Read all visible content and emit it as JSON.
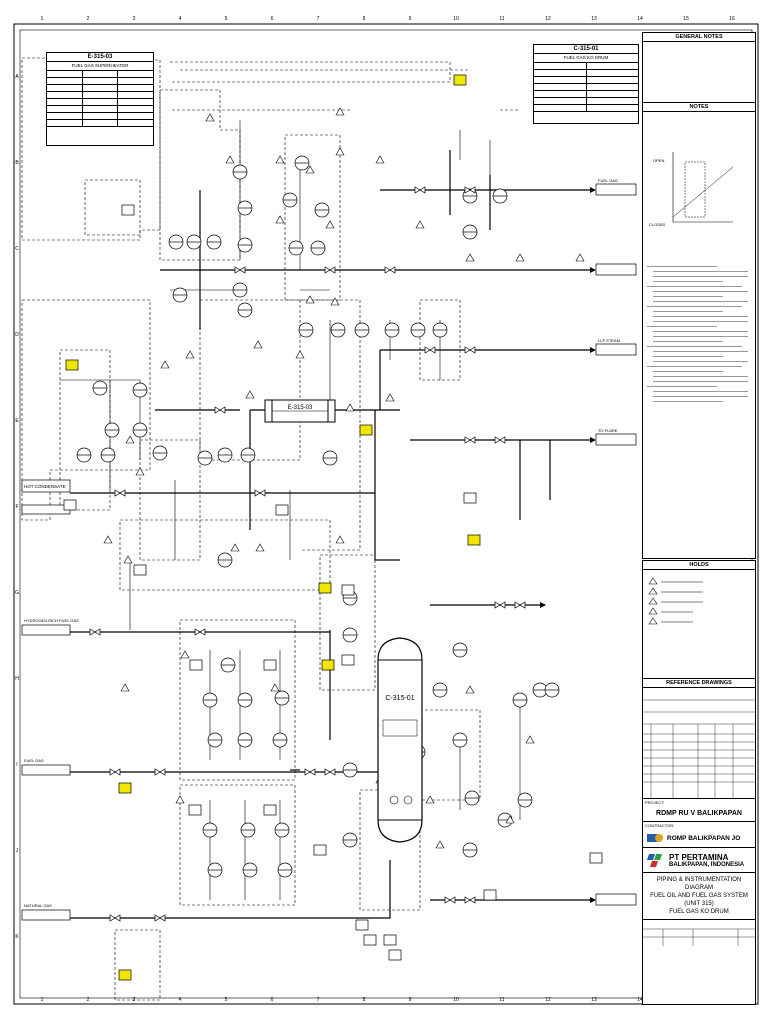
{
  "grid": {
    "columns": [
      "1",
      "2",
      "3",
      "4",
      "5",
      "6",
      "7",
      "8",
      "9",
      "10",
      "11",
      "12",
      "13",
      "14",
      "15",
      "16"
    ],
    "rows": [
      "A",
      "B",
      "C",
      "D",
      "E",
      "F",
      "G",
      "H",
      "I",
      "J",
      "K"
    ]
  },
  "equipment": {
    "heater": {
      "tag": "E-315-03",
      "service": "FUEL GAS SUPERHEATER"
    },
    "ko_drum_box": {
      "tag": "C-315-01",
      "service": "FUEL GAS KO DRUM"
    },
    "ko_drum_vessel": "C-315-01",
    "exchanger": "E-315-03"
  },
  "streams": {
    "hot_condensate": "HOT CONDENSATE",
    "hydrogen_rich": "HYDROGEN RICH FUEL GAS",
    "fuel_gas_in": "FUEL GAS",
    "natural_gas": "NATURAL GAS",
    "fuel_gas_out": "FUEL GAS",
    "lp_steam": "LLP STEAM",
    "to_flare": "TO FLARE"
  },
  "notes": {
    "general_title": "GENERAL NOTES",
    "notes_title": "NOTES",
    "holds_title": "HOLDS",
    "refs_title": "REFERENCE DRAWINGS",
    "chart_open": "OPEN",
    "chart_closed": "CLOSED"
  },
  "title_block": {
    "project_label": "PROJECT:",
    "project": "RDMP RU V BALIKPAPAN",
    "contractor_label": "CONTRACTOR:",
    "contractor": "ROMP BALIKPAPAN JO",
    "owner": "PT PERTAMINA",
    "owner_loc": "BALIKPAPAN, INDONESIA",
    "title_1": "PIPING & INSTRUMENTATION DIAGRAM",
    "title_2": "FUEL OIL AND FUEL GAS SYSTEM (UNIT 315)",
    "title_3": "FUEL GAS KO DRUM"
  },
  "colors": {
    "line": "#000000",
    "hold_box": "#f2e600",
    "background": "#ffffff"
  }
}
